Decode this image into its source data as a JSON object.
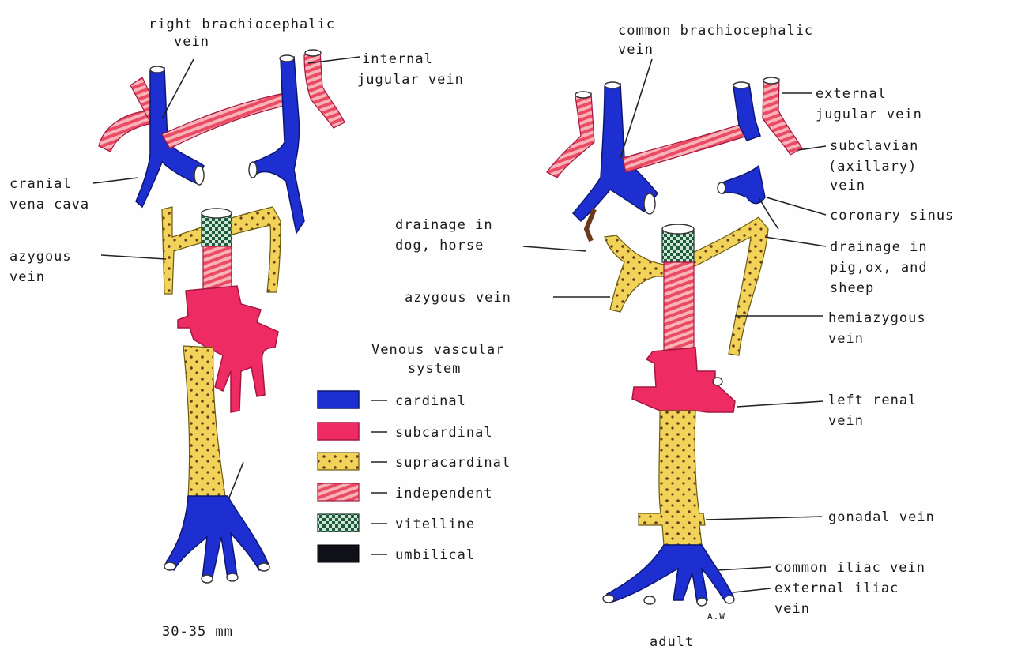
{
  "left_diagram": {
    "stage_label": "30-35 mm",
    "labels": {
      "right_brachiocephalic_line1": "right brachiocephalic",
      "right_brachiocephalic_line2": "vein",
      "internal_jugular_line1": "internal",
      "internal_jugular_line2": "jugular vein",
      "cranial_vena_cava_line1": "cranial",
      "cranial_vena_cava_line2": "vena cava",
      "azygous_line1": "azygous",
      "azygous_line2": "vein"
    }
  },
  "right_diagram": {
    "stage_label": "adult",
    "initials": "A.W",
    "labels": {
      "common_brachiocephalic_line1": "common brachiocephalic",
      "common_brachiocephalic_line2": "vein",
      "external_jugular_line1": "external",
      "external_jugular_line2": "jugular vein",
      "subclavian_line1": "subclavian",
      "subclavian_line2": "(axillary)",
      "subclavian_line3": "vein",
      "coronary_sinus": "coronary sinus",
      "drainage_dog_line1": "drainage in",
      "drainage_dog_line2": "dog, horse",
      "drainage_pig_line1": "drainage in",
      "drainage_pig_line2": "pig,ox, and",
      "drainage_pig_line3": "sheep",
      "azygous": "azygous vein",
      "hemiazygous_line1": "hemiazygous",
      "hemiazygous_line2": "vein",
      "left_renal_line1": "left renal",
      "left_renal_line2": "vein",
      "gonadal": "gonadal vein",
      "common_iliac": "common iliac vein",
      "external_iliac_line1": "external iliac",
      "external_iliac_line2": "vein"
    }
  },
  "legend": {
    "title_line1": "Venous vascular",
    "title_line2": "system",
    "items": [
      {
        "label": "cardinal",
        "swatch": "blue"
      },
      {
        "label": "subcardinal",
        "swatch": "pink"
      },
      {
        "label": "supracardinal",
        "swatch": "dots"
      },
      {
        "label": "independent",
        "swatch": "stripe"
      },
      {
        "label": "vitelline",
        "swatch": "check"
      },
      {
        "label": "umbilical",
        "swatch": "black"
      }
    ]
  },
  "colors": {
    "cardinal": "#1d2fd0",
    "subcardinal": "#ee2b63",
    "supracardinal": "#f2d35a",
    "independent": "#ef6f7c",
    "vitelline": "#5f9a78",
    "umbilical": "#101018"
  }
}
